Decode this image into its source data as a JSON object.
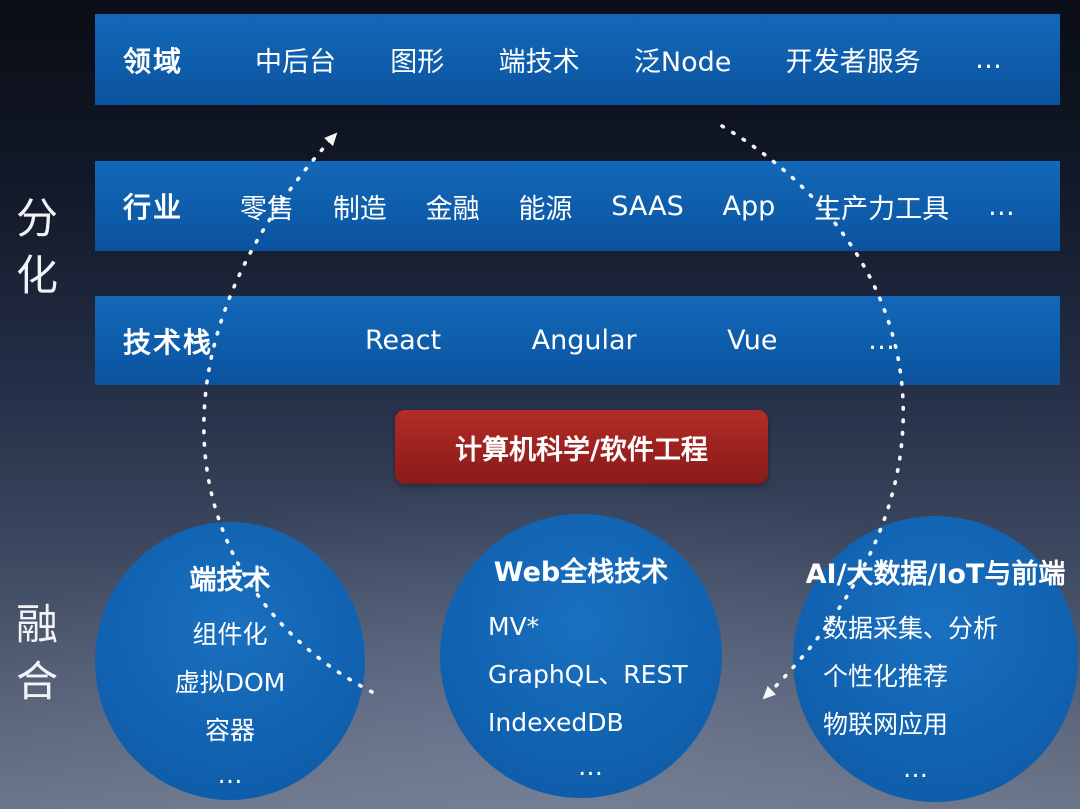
{
  "side_labels": {
    "top": "分化",
    "bottom": "融合"
  },
  "bars": [
    {
      "label": "领域",
      "items": [
        "中后台",
        "图形",
        "端技术",
        "泛Node",
        "开发者服务",
        "…"
      ]
    },
    {
      "label": "行业",
      "items": [
        "零售",
        "制造",
        "金融",
        "能源",
        "SAAS",
        "App",
        "生产力工具",
        "…"
      ]
    },
    {
      "label": "技术栈",
      "items": [
        "React",
        "Angular",
        "Vue",
        "…"
      ]
    }
  ],
  "center_box": {
    "label": "计算机科学/软件工程"
  },
  "circles": [
    {
      "title": "端技术",
      "items": [
        "组件化",
        "虚拟DOM",
        "容器",
        "…"
      ]
    },
    {
      "title": "Web全栈技术",
      "items": [
        "MV*",
        "GraphQL、REST",
        "IndexedDB",
        "…"
      ]
    },
    {
      "title": "AI/大数据/IoT与前端",
      "items": [
        "数据采集、分析",
        "个性化推荐",
        "物联网应用",
        "…"
      ]
    }
  ],
  "colors": {
    "bar_blue": "#0e5fae",
    "circle_blue": "#1265b2",
    "red_box": "#a52622",
    "arrow": "#ffffff",
    "text": "#ffffff"
  }
}
